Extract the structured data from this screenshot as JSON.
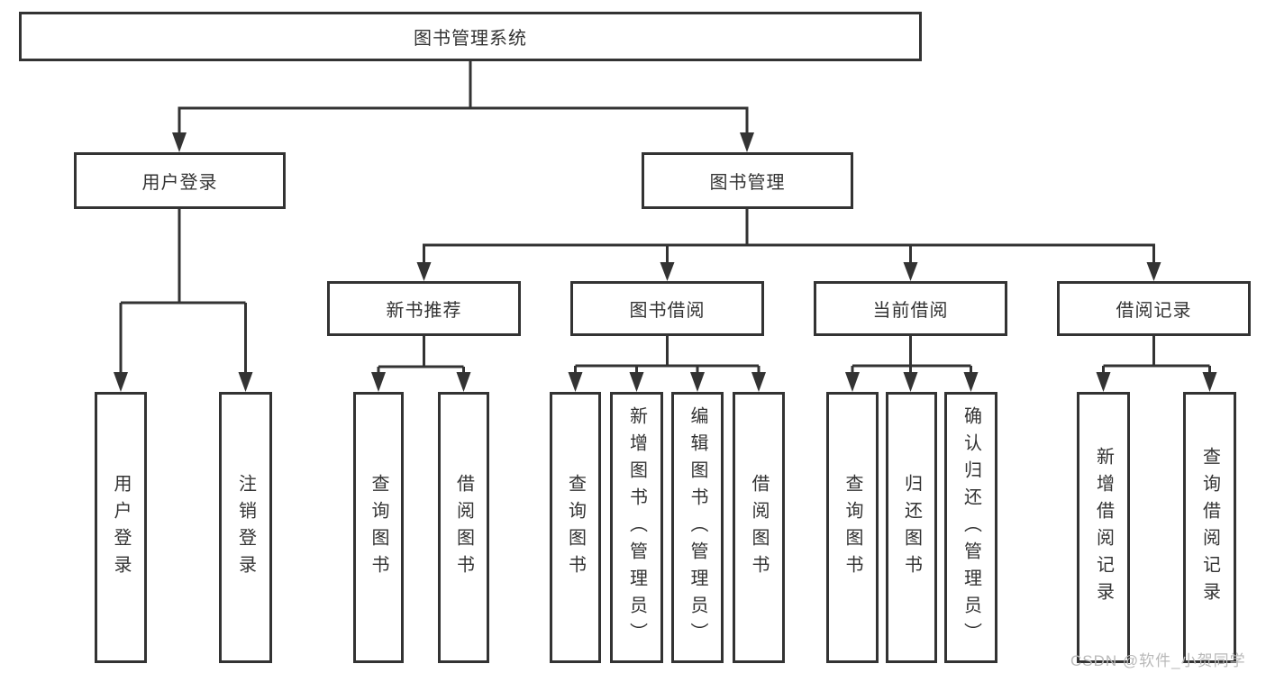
{
  "tree": {
    "root": {
      "label": "图书管理系统",
      "children": [
        {
          "label": "用户登录",
          "children": [
            {
              "label": "用户登录"
            },
            {
              "label": "注销登录"
            }
          ]
        },
        {
          "label": "图书管理",
          "children": [
            {
              "label": "新书推荐",
              "children": [
                {
                  "label": "查询图书"
                },
                {
                  "label": "借阅图书"
                }
              ]
            },
            {
              "label": "图书借阅",
              "children": [
                {
                  "label": "查询图书"
                },
                {
                  "label": "新增图书（管理员）"
                },
                {
                  "label": "编辑图书（管理员）"
                },
                {
                  "label": "借阅图书"
                }
              ]
            },
            {
              "label": "当前借阅",
              "children": [
                {
                  "label": "查询图书"
                },
                {
                  "label": "归还图书"
                },
                {
                  "label": "确认归还（管理员）"
                }
              ]
            },
            {
              "label": "借阅记录",
              "children": [
                {
                  "label": "新增借阅记录"
                },
                {
                  "label": "查询借阅记录"
                }
              ]
            }
          ]
        }
      ]
    }
  },
  "watermark": {
    "text": "CSDN @软件_小贺同学"
  },
  "colors": {
    "line": "#333333",
    "box_border": "#333333",
    "text": "#333333",
    "watermark": "#b9b9b9",
    "background": "#ffffff"
  }
}
